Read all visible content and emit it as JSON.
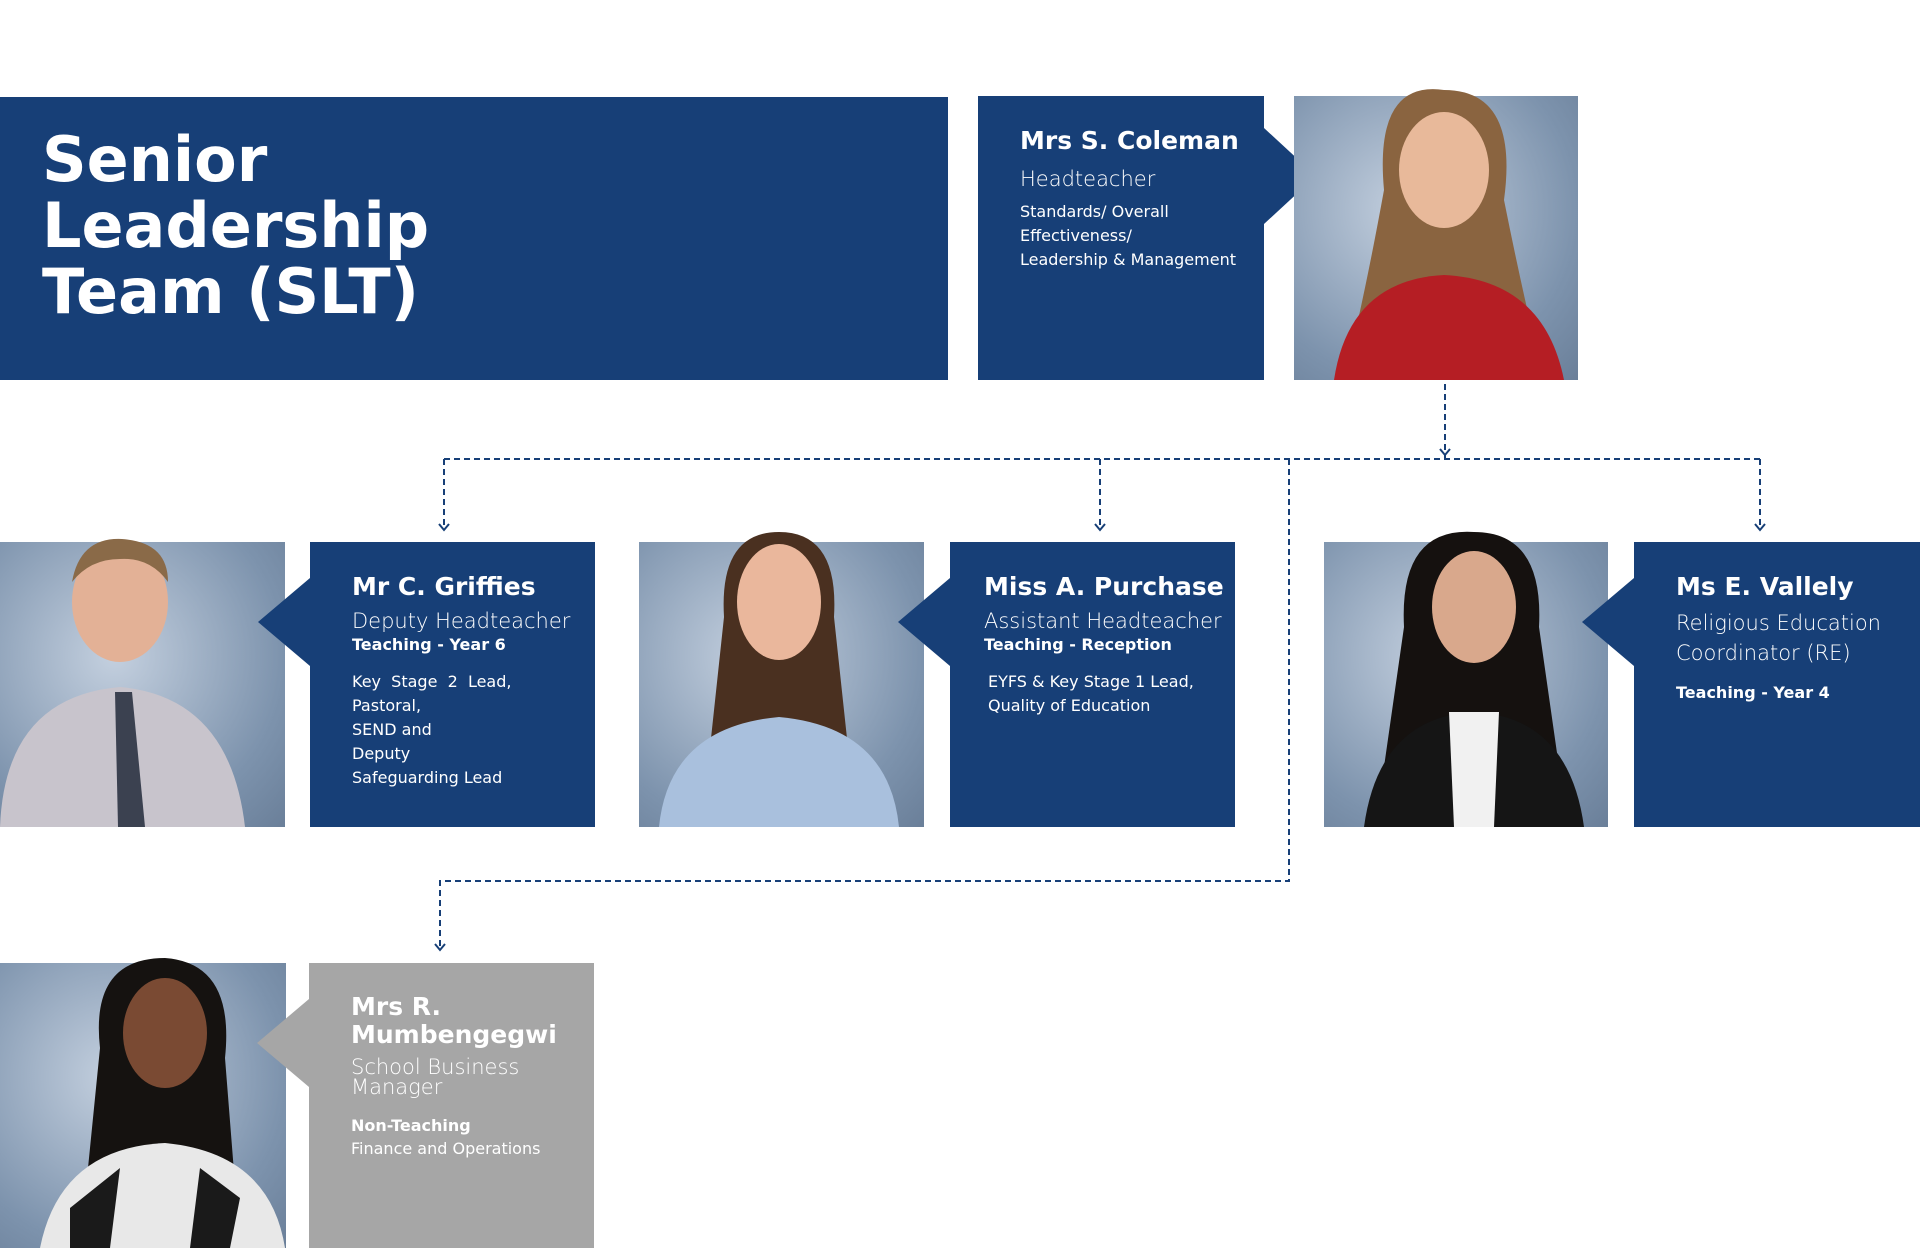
{
  "title": "Senior Leadership Team (SLT)",
  "colors": {
    "navy": "#173f77",
    "grey": "#a6a6a6"
  },
  "members": [
    {
      "name": "Mrs S. Coleman",
      "role": "Headteacher",
      "body": [
        "Standards/ Overall",
        "Effectiveness/",
        "Leadership & Management"
      ]
    },
    {
      "name": "Mr C. Griffies",
      "role": "Deputy Headteacher",
      "sub": "Teaching - Year 6",
      "body": [
        "Key  Stage  2  Lead,",
        "Pastoral,",
        "SEND and",
        "Deputy",
        "Safeguarding Lead"
      ]
    },
    {
      "name": "Miss A. Purchase",
      "role": "Assistant Headteacher",
      "sub": "Teaching - Reception",
      "body": [
        "EYFS & Key Stage 1 Lead,",
        "Quality of Education"
      ]
    },
    {
      "name": "Ms E. Vallely",
      "role": "Religious Education Coordinator (RE)",
      "sub": "Teaching - Year 4"
    },
    {
      "name": "Mrs R. Mumbengegwi",
      "role": "School Business Manager",
      "sub": "Non-Teaching",
      "body": [
        "Finance and Operations"
      ]
    }
  ]
}
